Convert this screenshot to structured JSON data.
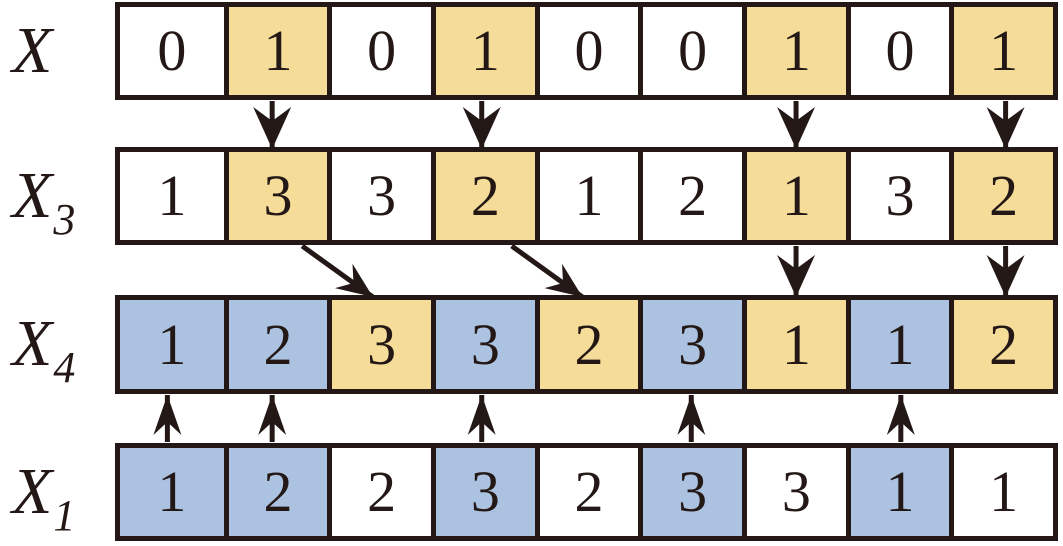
{
  "figure": {
    "title": "sequence-coding-diagram",
    "colors": {
      "yellow": "#F5DC99",
      "blue": "#ACC2E1",
      "white": "#FFFFFF",
      "line": "#231815"
    },
    "rows": [
      {
        "id": "X",
        "label": "X",
        "sub": "",
        "cells": [
          {
            "v": "0",
            "bg": "white"
          },
          {
            "v": "1",
            "bg": "yellow"
          },
          {
            "v": "0",
            "bg": "white"
          },
          {
            "v": "1",
            "bg": "yellow"
          },
          {
            "v": "0",
            "bg": "white"
          },
          {
            "v": "0",
            "bg": "white"
          },
          {
            "v": "1",
            "bg": "yellow"
          },
          {
            "v": "0",
            "bg": "white"
          },
          {
            "v": "1",
            "bg": "yellow"
          }
        ]
      },
      {
        "id": "X3",
        "label": "X",
        "sub": "3",
        "cells": [
          {
            "v": "1",
            "bg": "white"
          },
          {
            "v": "3",
            "bg": "yellow"
          },
          {
            "v": "3",
            "bg": "white"
          },
          {
            "v": "2",
            "bg": "yellow"
          },
          {
            "v": "1",
            "bg": "white"
          },
          {
            "v": "2",
            "bg": "white"
          },
          {
            "v": "1",
            "bg": "yellow"
          },
          {
            "v": "3",
            "bg": "white"
          },
          {
            "v": "2",
            "bg": "yellow"
          }
        ]
      },
      {
        "id": "X4",
        "label": "X",
        "sub": "4",
        "cells": [
          {
            "v": "1",
            "bg": "blue"
          },
          {
            "v": "2",
            "bg": "blue"
          },
          {
            "v": "3",
            "bg": "yellow"
          },
          {
            "v": "3",
            "bg": "blue"
          },
          {
            "v": "2",
            "bg": "yellow"
          },
          {
            "v": "3",
            "bg": "blue"
          },
          {
            "v": "1",
            "bg": "yellow"
          },
          {
            "v": "1",
            "bg": "blue"
          },
          {
            "v": "2",
            "bg": "yellow"
          }
        ]
      },
      {
        "id": "X1",
        "label": "X",
        "sub": "1",
        "cells": [
          {
            "v": "1",
            "bg": "blue"
          },
          {
            "v": "2",
            "bg": "blue"
          },
          {
            "v": "2",
            "bg": "white"
          },
          {
            "v": "3",
            "bg": "blue"
          },
          {
            "v": "2",
            "bg": "white"
          },
          {
            "v": "3",
            "bg": "blue"
          },
          {
            "v": "3",
            "bg": "white"
          },
          {
            "v": "1",
            "bg": "blue"
          },
          {
            "v": "1",
            "bg": "white"
          }
        ]
      }
    ],
    "connections": [
      {
        "from": "X",
        "fromIndex": 1,
        "to": "X3",
        "toIndex": 1,
        "kind": "down"
      },
      {
        "from": "X",
        "fromIndex": 3,
        "to": "X3",
        "toIndex": 3,
        "kind": "down"
      },
      {
        "from": "X",
        "fromIndex": 6,
        "to": "X3",
        "toIndex": 6,
        "kind": "down"
      },
      {
        "from": "X",
        "fromIndex": 8,
        "to": "X3",
        "toIndex": 8,
        "kind": "down"
      },
      {
        "from": "X3",
        "fromIndex": 1,
        "to": "X4",
        "toIndex": 2,
        "kind": "diag"
      },
      {
        "from": "X3",
        "fromIndex": 3,
        "to": "X4",
        "toIndex": 4,
        "kind": "diag"
      },
      {
        "from": "X3",
        "fromIndex": 6,
        "to": "X4",
        "toIndex": 6,
        "kind": "down"
      },
      {
        "from": "X3",
        "fromIndex": 8,
        "to": "X4",
        "toIndex": 8,
        "kind": "down"
      },
      {
        "from": "X1",
        "fromIndex": 0,
        "to": "X4",
        "toIndex": 0,
        "kind": "up"
      },
      {
        "from": "X1",
        "fromIndex": 1,
        "to": "X4",
        "toIndex": 1,
        "kind": "up"
      },
      {
        "from": "X1",
        "fromIndex": 3,
        "to": "X4",
        "toIndex": 3,
        "kind": "up"
      },
      {
        "from": "X1",
        "fromIndex": 5,
        "to": "X4",
        "toIndex": 5,
        "kind": "up"
      },
      {
        "from": "X1",
        "fromIndex": 7,
        "to": "X4",
        "toIndex": 7,
        "kind": "up"
      }
    ]
  }
}
